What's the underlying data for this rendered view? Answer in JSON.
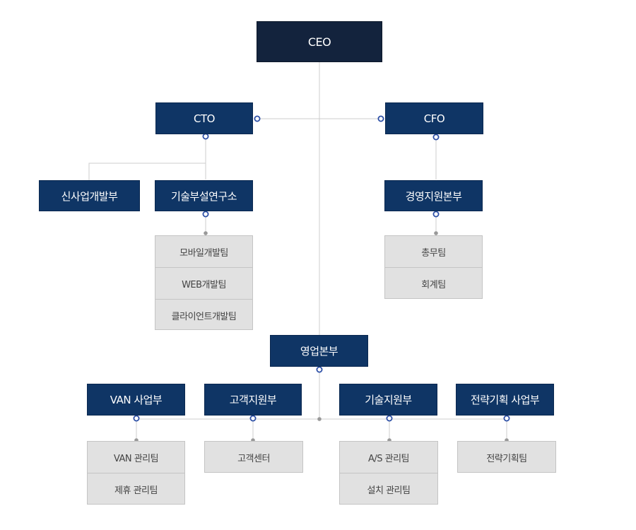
{
  "org": {
    "ceo": "CEO",
    "cto": "CTO",
    "cfo": "CFO",
    "new_biz": "신사업개발부",
    "tech_lab": "기술부설연구소",
    "mgmt_support": "경영지원본부",
    "sales": "영업본부",
    "van_biz": "VAN 사업부",
    "customer_support": "고객지원부",
    "tech_support": "기술지원부",
    "strategy_biz": "전략기획 사업부",
    "tech_lab_teams": [
      "모바일개발팀",
      "WEB개발팀",
      "클라이언트개발팀"
    ],
    "mgmt_teams": [
      "총무팀",
      "회계팀"
    ],
    "van_teams": [
      "VAN 관리팀",
      "제휴 관리팀"
    ],
    "customer_teams": [
      "고객센터"
    ],
    "tech_support_teams": [
      "A/S 관리팀",
      "설치 관리팀"
    ],
    "strategy_teams": [
      "전략기획팀"
    ]
  },
  "colors": {
    "ceo_box": "#13233d",
    "dept_box": "#0f3565",
    "team_box": "#e1e1e1",
    "connector_line": "#cccccc",
    "connector_ring": "#2c4fa6"
  }
}
